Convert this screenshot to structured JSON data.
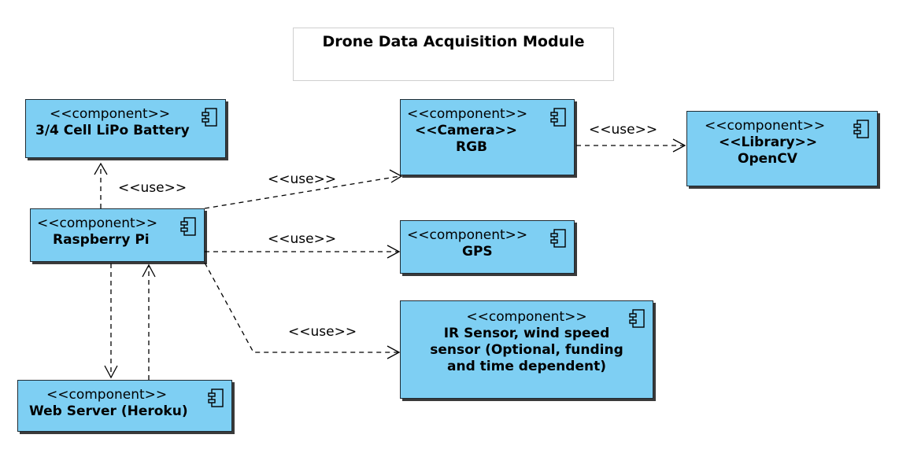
{
  "title": "Drone Data Acquisition Module",
  "components": {
    "battery": {
      "stereotype": "<<component>>",
      "name": "3/4 Cell LiPo Battery"
    },
    "camera": {
      "stereotype": "<<component>>",
      "stereotype2": "<<Camera>>",
      "name": "RGB"
    },
    "opencv": {
      "stereotype": "<<component>>",
      "stereotype2": "<<Library>>",
      "name": "OpenCV"
    },
    "raspberry": {
      "stereotype": "<<component>>",
      "name": "Raspberry Pi"
    },
    "gps": {
      "stereotype": "<<component>>",
      "name": "GPS"
    },
    "ir": {
      "stereotype": "<<component>>",
      "name_lines": [
        "IR Sensor, wind speed",
        "sensor (Optional, funding",
        "and time dependent)"
      ]
    },
    "webserver": {
      "stereotype": "<<component>>",
      "name": "Web Server (Heroku)"
    }
  },
  "edges": {
    "pi_battery": "<<use>>",
    "pi_camera": "<<use>>",
    "camera_opencv": "<<use>>",
    "pi_gps": "<<use>>",
    "pi_ir": "<<use>>"
  },
  "icon_name": "component-icon"
}
